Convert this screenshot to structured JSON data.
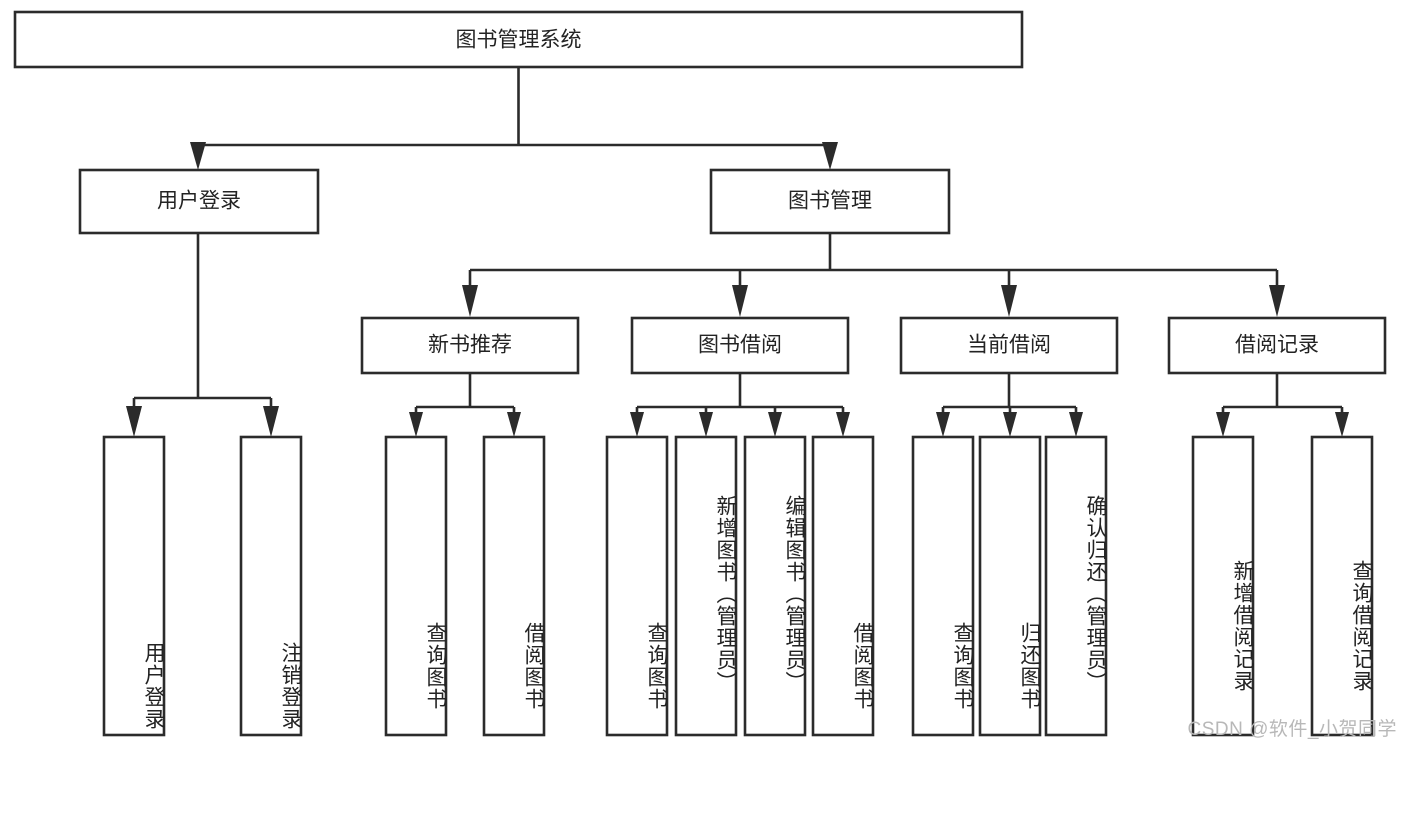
{
  "diagram": {
    "type": "tree-hierarchy",
    "background_color": "#ffffff",
    "line_color": "#2b2b2b",
    "text_color": "#232323",
    "root": {
      "id": "root",
      "label": "图书管理系统",
      "orientation": "horizontal"
    },
    "level2": [
      {
        "id": "user-login",
        "label": "用户登录",
        "orientation": "horizontal"
      },
      {
        "id": "book-manage",
        "label": "图书管理",
        "orientation": "horizontal"
      }
    ],
    "level3": [
      {
        "id": "new-book-recommend",
        "label": "新书推荐",
        "orientation": "horizontal",
        "parent": "book-manage"
      },
      {
        "id": "book-borrow",
        "label": "图书借阅",
        "orientation": "horizontal",
        "parent": "book-manage"
      },
      {
        "id": "current-borrow",
        "label": "当前借阅",
        "orientation": "horizontal",
        "parent": "book-manage"
      },
      {
        "id": "borrow-record",
        "label": "借阅记录",
        "orientation": "horizontal",
        "parent": "book-manage"
      }
    ],
    "leaves": [
      {
        "id": "leaf-user-login",
        "label": "用户登录",
        "parent": "user-login",
        "orientation": "vertical"
      },
      {
        "id": "leaf-logout",
        "label": "注销登录",
        "parent": "user-login",
        "orientation": "vertical"
      },
      {
        "id": "leaf-query-book-1",
        "label": "查询图书",
        "parent": "new-book-recommend",
        "orientation": "vertical"
      },
      {
        "id": "leaf-borrow-book-1",
        "label": "借阅图书",
        "parent": "new-book-recommend",
        "orientation": "vertical"
      },
      {
        "id": "leaf-query-book-2",
        "label": "查询图书",
        "parent": "book-borrow",
        "orientation": "vertical"
      },
      {
        "id": "leaf-add-book",
        "label": "新增图书（管理员）",
        "parent": "book-borrow",
        "orientation": "vertical"
      },
      {
        "id": "leaf-edit-book",
        "label": "编辑图书（管理员）",
        "parent": "book-borrow",
        "orientation": "vertical"
      },
      {
        "id": "leaf-borrow-book-2",
        "label": "借阅图书",
        "parent": "book-borrow",
        "orientation": "vertical"
      },
      {
        "id": "leaf-query-book-3",
        "label": "查询图书",
        "parent": "current-borrow",
        "orientation": "vertical"
      },
      {
        "id": "leaf-return-book",
        "label": "归还图书",
        "parent": "current-borrow",
        "orientation": "vertical"
      },
      {
        "id": "leaf-confirm-return",
        "label": "确认归还（管理员）",
        "parent": "current-borrow",
        "orientation": "vertical"
      },
      {
        "id": "leaf-add-record",
        "label": "新增借阅记录",
        "parent": "borrow-record",
        "orientation": "vertical"
      },
      {
        "id": "leaf-query-record",
        "label": "查询借阅记录",
        "parent": "borrow-record",
        "orientation": "vertical"
      }
    ]
  },
  "watermark": {
    "text": "CSDN @软件_小贺同学"
  }
}
